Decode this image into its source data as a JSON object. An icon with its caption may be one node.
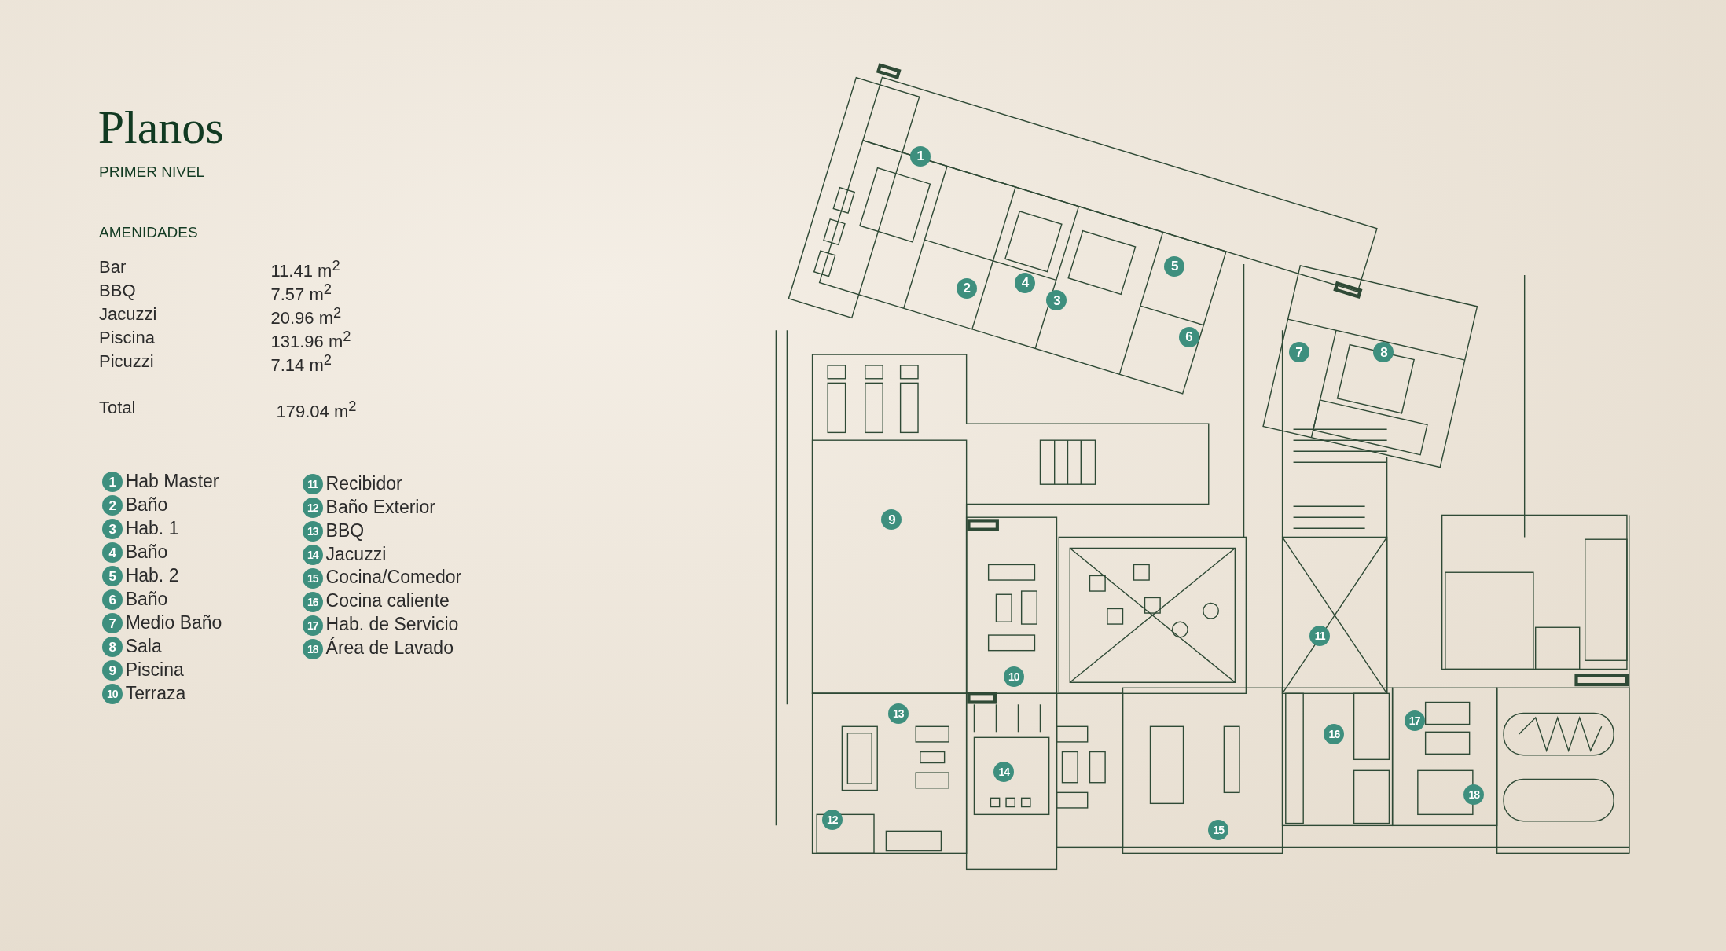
{
  "diagram": {
    "title": "Planos",
    "labels": [
      "PRIMER NIVEL",
      "AMENIDADES",
      "Bar",
      "11.41 m$^{2}$",
      "BBQ",
      "7.57 m$^{2}$",
      "Jacuzzi",
      "20.96 m$^{2}$",
      "Piscina",
      "131.96 m$^{2}$",
      "Picuzzi",
      "7.14 m$^{2}$",
      "Total",
      "179.04 m$^{2}$",
      "1",
      "Hab Master",
      "2",
      "Baño",
      "3",
      "Hab. 1",
      "4",
      "Baño",
      "5",
      "Hab. 2",
      "6",
      "Baño",
      "7",
      "Medio Baño",
      "8",
      "Sala",
      "9",
      "Piscina",
      "10",
      "Terraza",
      "11",
      "Recibidor",
      "12",
      "Baño Exterior",
      "13",
      "BBQ",
      "14",
      "Jacuzzi",
      "15",
      "Cocina/Comedor",
      "16",
      "Cocina caliente",
      "17",
      "Hab. de Servicio",
      "18",
      "Área de Lavado",
      "1",
      "2",
      "3",
      "4",
      "5",
      "6",
      "7",
      "8",
      "9",
      "10",
      "11",
      "12",
      "13",
      "14",
      "15",
      "16",
      "17",
      "18"
    ]
  }
}
